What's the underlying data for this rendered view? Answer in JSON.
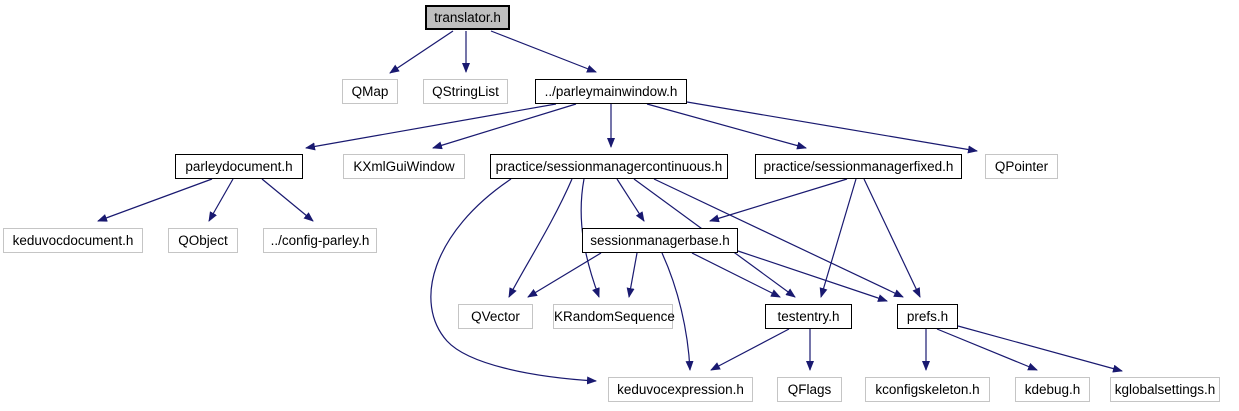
{
  "diagram": {
    "kind": "include-dependency-graph",
    "background": "#ffffff",
    "colors": {
      "edge": "#191970",
      "internal_node_border": "#000000",
      "external_node_border": "#c5c5c5",
      "root_node_fill": "#bfbfbf",
      "text": "#000000"
    },
    "nodes": [
      {
        "label": "translator.h",
        "type": "root"
      },
      {
        "label": "QMap",
        "type": "external"
      },
      {
        "label": "QStringList",
        "type": "external"
      },
      {
        "label": "../parleymainwindow.h",
        "type": "internal"
      },
      {
        "label": "parleydocument.h",
        "type": "internal"
      },
      {
        "label": "KXmlGuiWindow",
        "type": "external"
      },
      {
        "label": "practice/sessionmanagercontinuous.h",
        "type": "internal"
      },
      {
        "label": "practice/sessionmanagerfixed.h",
        "type": "internal"
      },
      {
        "label": "QPointer",
        "type": "external"
      },
      {
        "label": "keduvocdocument.h",
        "type": "external"
      },
      {
        "label": "QObject",
        "type": "external"
      },
      {
        "label": "../config-parley.h",
        "type": "external"
      },
      {
        "label": "sessionmanagerbase.h",
        "type": "internal"
      },
      {
        "label": "QVector",
        "type": "external"
      },
      {
        "label": "KRandomSequence",
        "type": "external"
      },
      {
        "label": "testentry.h",
        "type": "internal"
      },
      {
        "label": "prefs.h",
        "type": "internal"
      },
      {
        "label": "keduvocexpression.h",
        "type": "external"
      },
      {
        "label": "QFlags",
        "type": "external"
      },
      {
        "label": "kconfigskeleton.h",
        "type": "external"
      },
      {
        "label": "kdebug.h",
        "type": "external"
      },
      {
        "label": "kglobalsettings.h",
        "type": "external"
      }
    ],
    "edges": [
      {
        "from": "translator.h",
        "to": "QMap"
      },
      {
        "from": "translator.h",
        "to": "QStringList"
      },
      {
        "from": "translator.h",
        "to": "../parleymainwindow.h"
      },
      {
        "from": "../parleymainwindow.h",
        "to": "parleydocument.h"
      },
      {
        "from": "../parleymainwindow.h",
        "to": "KXmlGuiWindow"
      },
      {
        "from": "../parleymainwindow.h",
        "to": "practice/sessionmanagercontinuous.h"
      },
      {
        "from": "../parleymainwindow.h",
        "to": "practice/sessionmanagerfixed.h"
      },
      {
        "from": "../parleymainwindow.h",
        "to": "QPointer"
      },
      {
        "from": "parleydocument.h",
        "to": "keduvocdocument.h"
      },
      {
        "from": "parleydocument.h",
        "to": "QObject"
      },
      {
        "from": "parleydocument.h",
        "to": "../config-parley.h"
      },
      {
        "from": "practice/sessionmanagercontinuous.h",
        "to": "sessionmanagerbase.h"
      },
      {
        "from": "practice/sessionmanagercontinuous.h",
        "to": "QVector"
      },
      {
        "from": "practice/sessionmanagercontinuous.h",
        "to": "KRandomSequence"
      },
      {
        "from": "practice/sessionmanagercontinuous.h",
        "to": "testentry.h"
      },
      {
        "from": "practice/sessionmanagercontinuous.h",
        "to": "prefs.h"
      },
      {
        "from": "practice/sessionmanagercontinuous.h",
        "to": "keduvocexpression.h"
      },
      {
        "from": "practice/sessionmanagerfixed.h",
        "to": "sessionmanagerbase.h"
      },
      {
        "from": "practice/sessionmanagerfixed.h",
        "to": "testentry.h"
      },
      {
        "from": "practice/sessionmanagerfixed.h",
        "to": "prefs.h"
      },
      {
        "from": "sessionmanagerbase.h",
        "to": "QVector"
      },
      {
        "from": "sessionmanagerbase.h",
        "to": "KRandomSequence"
      },
      {
        "from": "sessionmanagerbase.h",
        "to": "testentry.h"
      },
      {
        "from": "sessionmanagerbase.h",
        "to": "prefs.h"
      },
      {
        "from": "sessionmanagerbase.h",
        "to": "keduvocexpression.h"
      },
      {
        "from": "testentry.h",
        "to": "keduvocexpression.h"
      },
      {
        "from": "testentry.h",
        "to": "QFlags"
      },
      {
        "from": "prefs.h",
        "to": "kconfigskeleton.h"
      },
      {
        "from": "prefs.h",
        "to": "kdebug.h"
      },
      {
        "from": "prefs.h",
        "to": "kglobalsettings.h"
      }
    ]
  }
}
